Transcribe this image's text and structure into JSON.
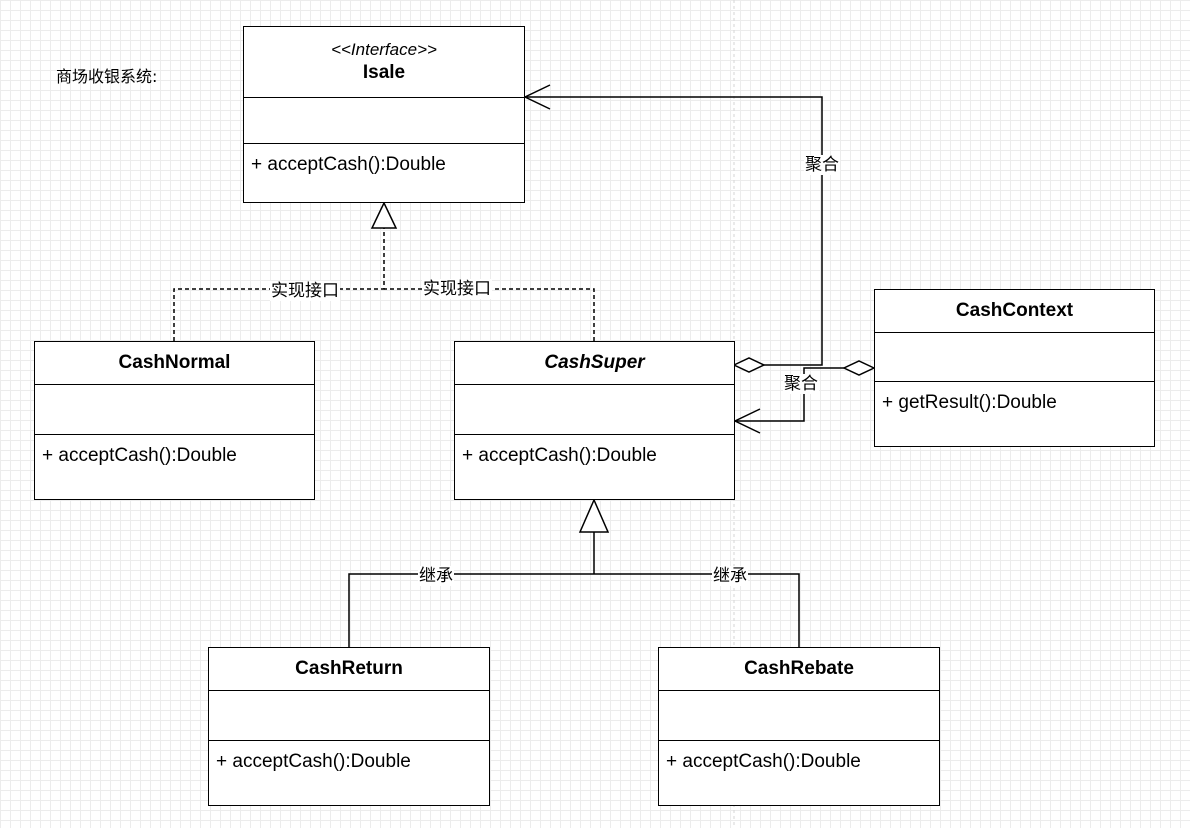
{
  "note": "商场收银系统:",
  "classes": {
    "isale": {
      "stereotype": "<<Interface>>",
      "name": "Isale",
      "op": "+ acceptCash():Double"
    },
    "cashNormal": {
      "name": "CashNormal",
      "op": "+ acceptCash():Double"
    },
    "cashSuper": {
      "name": "CashSuper",
      "op": "+ acceptCash():Double"
    },
    "cashContext": {
      "name": "CashContext",
      "op": "+ getResult():Double"
    },
    "cashReturn": {
      "name": "CashReturn",
      "op": "+ acceptCash():Double"
    },
    "cashRebate": {
      "name": "CashRebate",
      "op": "+ acceptCash():Double"
    }
  },
  "labels": {
    "implement": "实现接口",
    "aggregate": "聚合",
    "inherit": "继承"
  }
}
